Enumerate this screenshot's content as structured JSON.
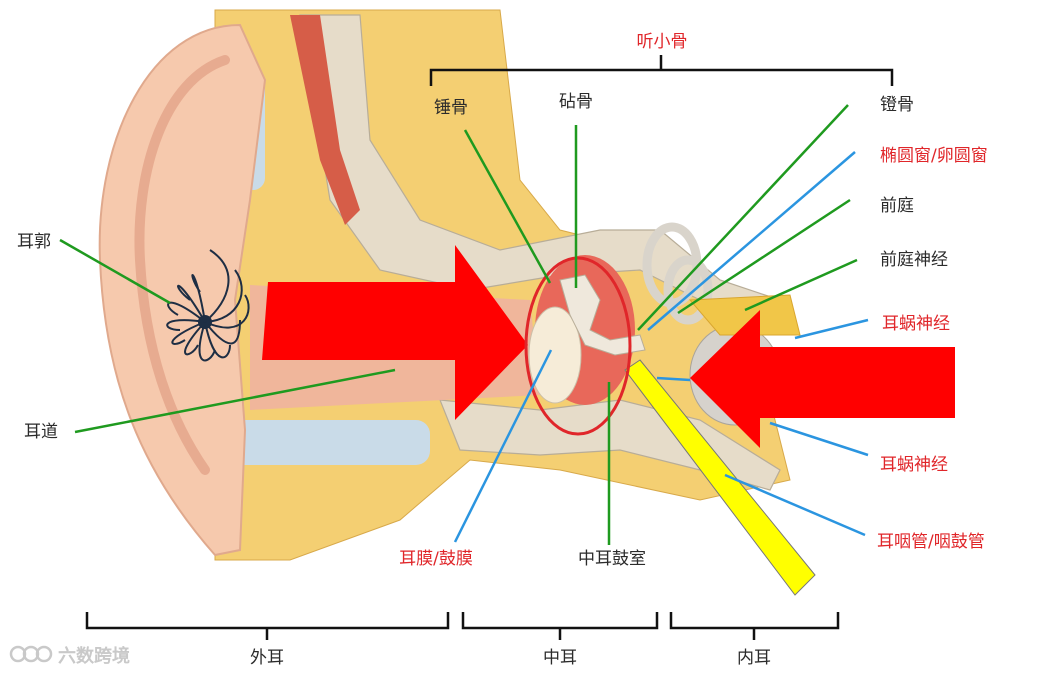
{
  "labels": {
    "ossicles": "听小骨",
    "malleus": "锤骨",
    "incus": "砧骨",
    "stapes": "镫骨",
    "oval_window": "椭圆窗/卵圆窗",
    "vestibule": "前庭",
    "vestibular_nerve": "前庭神经",
    "cochlear_nerve_upper": "耳蜗神经",
    "cochlear_nerve_lower": "耳蜗神经",
    "eustachian_tube": "耳咽管/咽鼓管",
    "auricle": "耳郭",
    "ear_canal": "耳道",
    "eardrum": "耳膜/鼓膜",
    "tympanic_cavity": "中耳鼓室",
    "outer_ear": "外耳",
    "middle_ear": "中耳",
    "inner_ear": "内耳"
  },
  "watermark": "六数跨境",
  "colors": {
    "red_label": "#e0262a",
    "black_label": "#2b2b2b",
    "green_pointer": "#1f9a1f",
    "blue_pointer": "#2b95e0",
    "arrow_red": "#ff0000",
    "tube_yellow": "#ffff00",
    "ellipse": "#e0262a"
  }
}
